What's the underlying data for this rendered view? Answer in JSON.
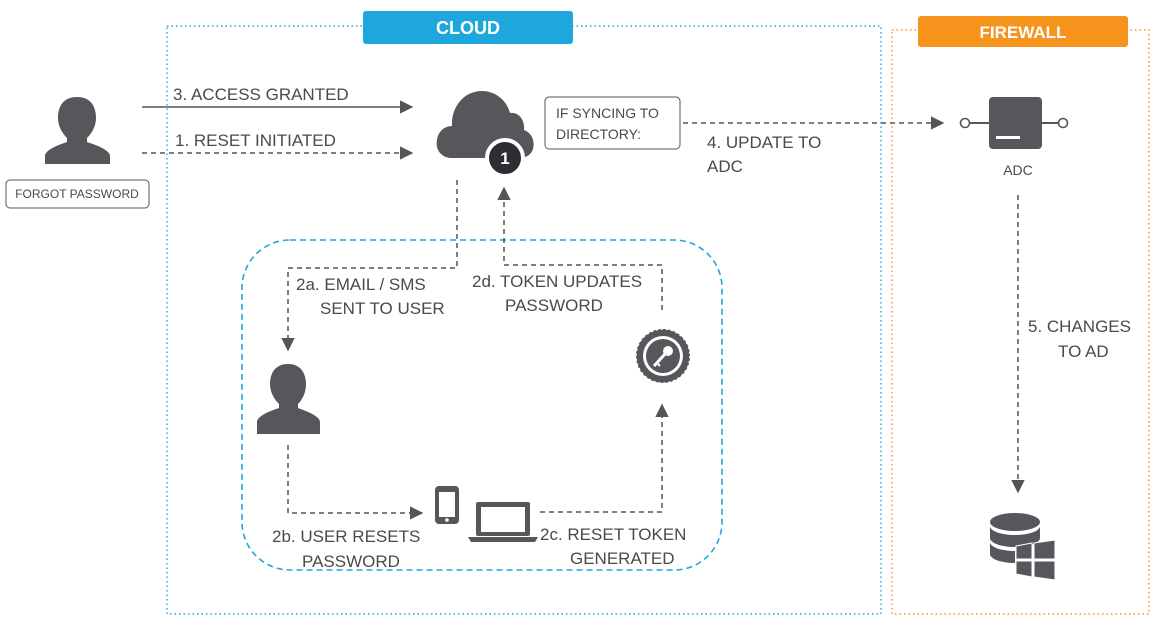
{
  "regions": {
    "cloud": {
      "label": "CLOUD",
      "color": "#1ea7dd"
    },
    "firewall": {
      "label": "FIREWALL",
      "color": "#f7941d"
    }
  },
  "actors": {
    "forgot_password": "FORGOT PASSWORD",
    "adc": "ADC",
    "cloud_badge": "1"
  },
  "steps": {
    "access_granted": "3. ACCESS GRANTED",
    "reset_initiated": "1. RESET INITIATED",
    "sync_note_line1": "IF SYNCING TO",
    "sync_note_line2": "DIRECTORY:",
    "update_adc_line1": "4. UPDATE TO",
    "update_adc_line2": "ADC",
    "email_sms_line1": "2a. EMAIL / SMS",
    "email_sms_line2": "SENT TO USER",
    "token_updates_line1": "2d. TOKEN UPDATES",
    "token_updates_line2": "PASSWORD",
    "user_resets_line1": "2b. USER RESETS",
    "user_resets_line2": "PASSWORD",
    "reset_token_line1": "2c. RESET TOKEN",
    "reset_token_line2": "GENERATED",
    "changes_ad_line1": "5. CHANGES",
    "changes_ad_line2": "TO AD"
  },
  "icons": {
    "user": "user-icon",
    "cloud": "cloud-icon",
    "phone": "phone-icon",
    "laptop": "laptop-icon",
    "key": "key-seal-icon",
    "adc": "adc-server-icon",
    "database": "database-windows-icon"
  },
  "colors": {
    "icon": "#56575a",
    "badge": "#2d2d35",
    "text": "#4a4a4a",
    "inner_box": "#1ea7dd"
  }
}
